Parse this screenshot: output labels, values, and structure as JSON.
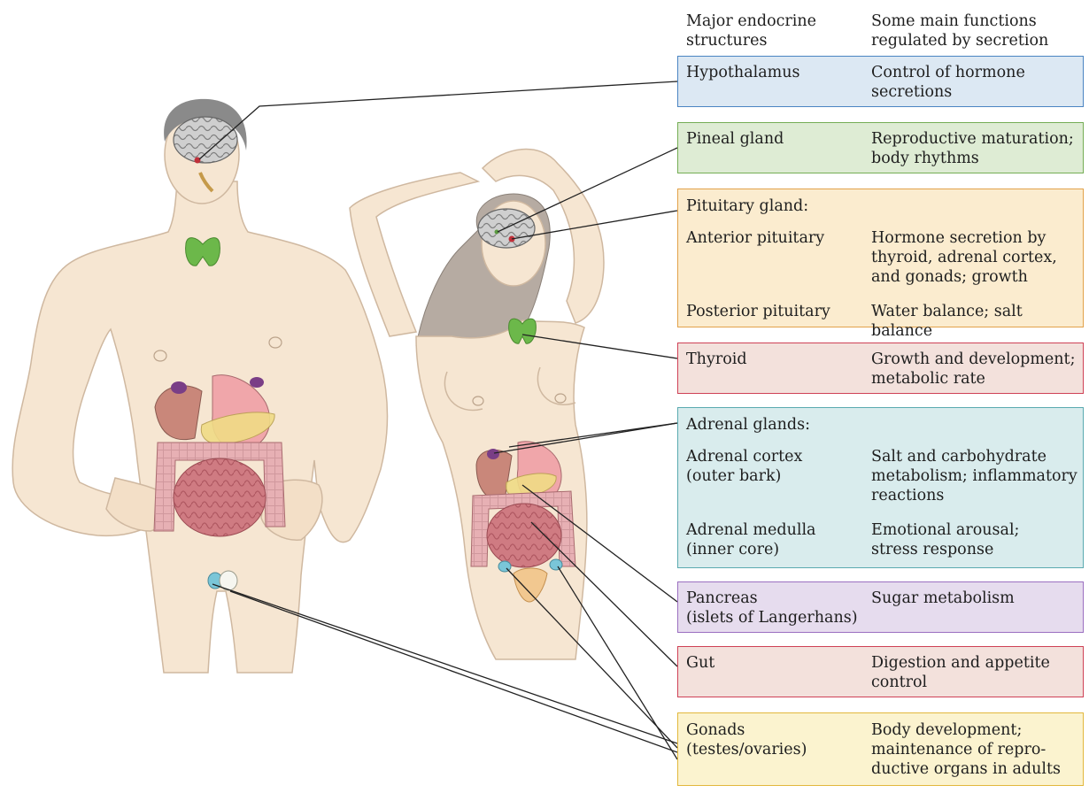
{
  "header": {
    "structures_col": [
      "Major endocrine",
      "structures"
    ],
    "functions_col": [
      "Some main functions",
      "regulated by secretion"
    ]
  },
  "colors": {
    "hypothalamus_fill": "#dce8f3",
    "hypothalamus_border": "#4a84c2",
    "pineal_fill": "#deecd4",
    "pineal_border": "#74ad55",
    "pituitary_fill": "#fbeccf",
    "pituitary_border": "#e2a24a",
    "thyroid_fill": "#f3e1dc",
    "thyroid_border": "#cf4156",
    "adrenal_fill": "#d9eced",
    "adrenal_border": "#5aaab0",
    "pancreas_fill": "#e6dcee",
    "pancreas_border": "#9b6fc0",
    "gut_fill": "#f3e1dc",
    "gut_border": "#cf4156",
    "gonads_fill": "#fbf3cf",
    "gonads_border": "#e2b83c",
    "skin": "#f6e6d2",
    "skin_outline": "#cfb8a0"
  },
  "boxes": {
    "hypothalamus": {
      "name": [
        "Hypothalamus"
      ],
      "func": [
        "Control of hormone",
        "secretions"
      ]
    },
    "pineal": {
      "name": [
        "Pineal gland"
      ],
      "func": [
        "Reproductive maturation;",
        "body rhythms"
      ]
    },
    "pituitary": {
      "title": [
        "Pituitary gland:"
      ],
      "anterior": {
        "name": [
          "Anterior pituitary"
        ],
        "func": [
          "Hormone secretion by",
          "thyroid, adrenal cortex,",
          "and gonads; growth"
        ]
      },
      "posterior": {
        "name": [
          "Posterior pituitary"
        ],
        "func": [
          "Water balance; salt balance"
        ]
      }
    },
    "thyroid": {
      "name": [
        "Thyroid"
      ],
      "func": [
        "Growth and development;",
        "metabolic rate"
      ]
    },
    "adrenal": {
      "title": [
        "Adrenal glands:"
      ],
      "cortex": {
        "name": [
          "Adrenal cortex",
          "(outer bark)"
        ],
        "func": [
          "Salt and carbohydrate",
          "metabolism; inflammatory",
          "reactions"
        ]
      },
      "medulla": {
        "name": [
          "Adrenal medulla",
          "(inner core)"
        ],
        "func": [
          "Emotional arousal;",
          "stress response"
        ]
      }
    },
    "pancreas": {
      "name": [
        "Pancreas",
        "(islets of Langerhans)"
      ],
      "func": [
        "Sugar metabolism"
      ]
    },
    "gut": {
      "name": [
        "Gut"
      ],
      "func": [
        "Digestion and appetite",
        "control"
      ]
    },
    "gonads": {
      "name": [
        "Gonads",
        "(testes/ovaries)"
      ],
      "func": [
        "Body development;",
        "maintenance of repro-",
        "ductive organs in adults"
      ]
    }
  },
  "figures": {
    "male": "male-body-figure",
    "female": "female-body-figure"
  }
}
